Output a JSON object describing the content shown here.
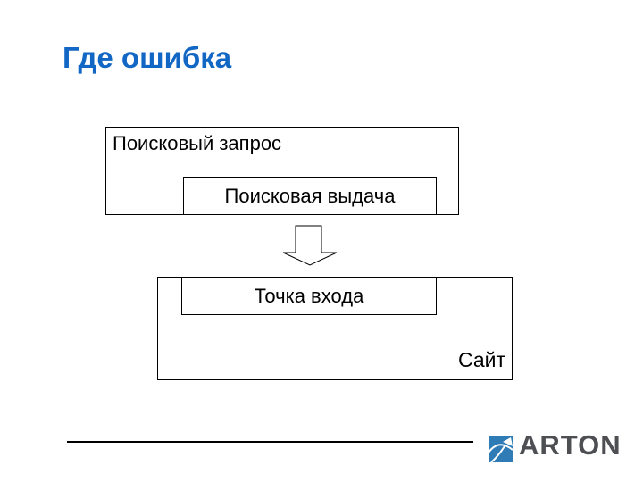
{
  "title": {
    "text": "Где ошибка",
    "color": "#1266C4"
  },
  "diagram": {
    "search_query_label": "Поисковый запрос",
    "search_results_label": "Поисковая выдача",
    "entry_point_label": "Точка входа",
    "site_label": "Сайт",
    "arrow_icon": "down-block-arrow"
  },
  "footer": {
    "brand": "ARTON",
    "brand_color": "#4D4F53",
    "icon_color": "#2E7BB5"
  }
}
